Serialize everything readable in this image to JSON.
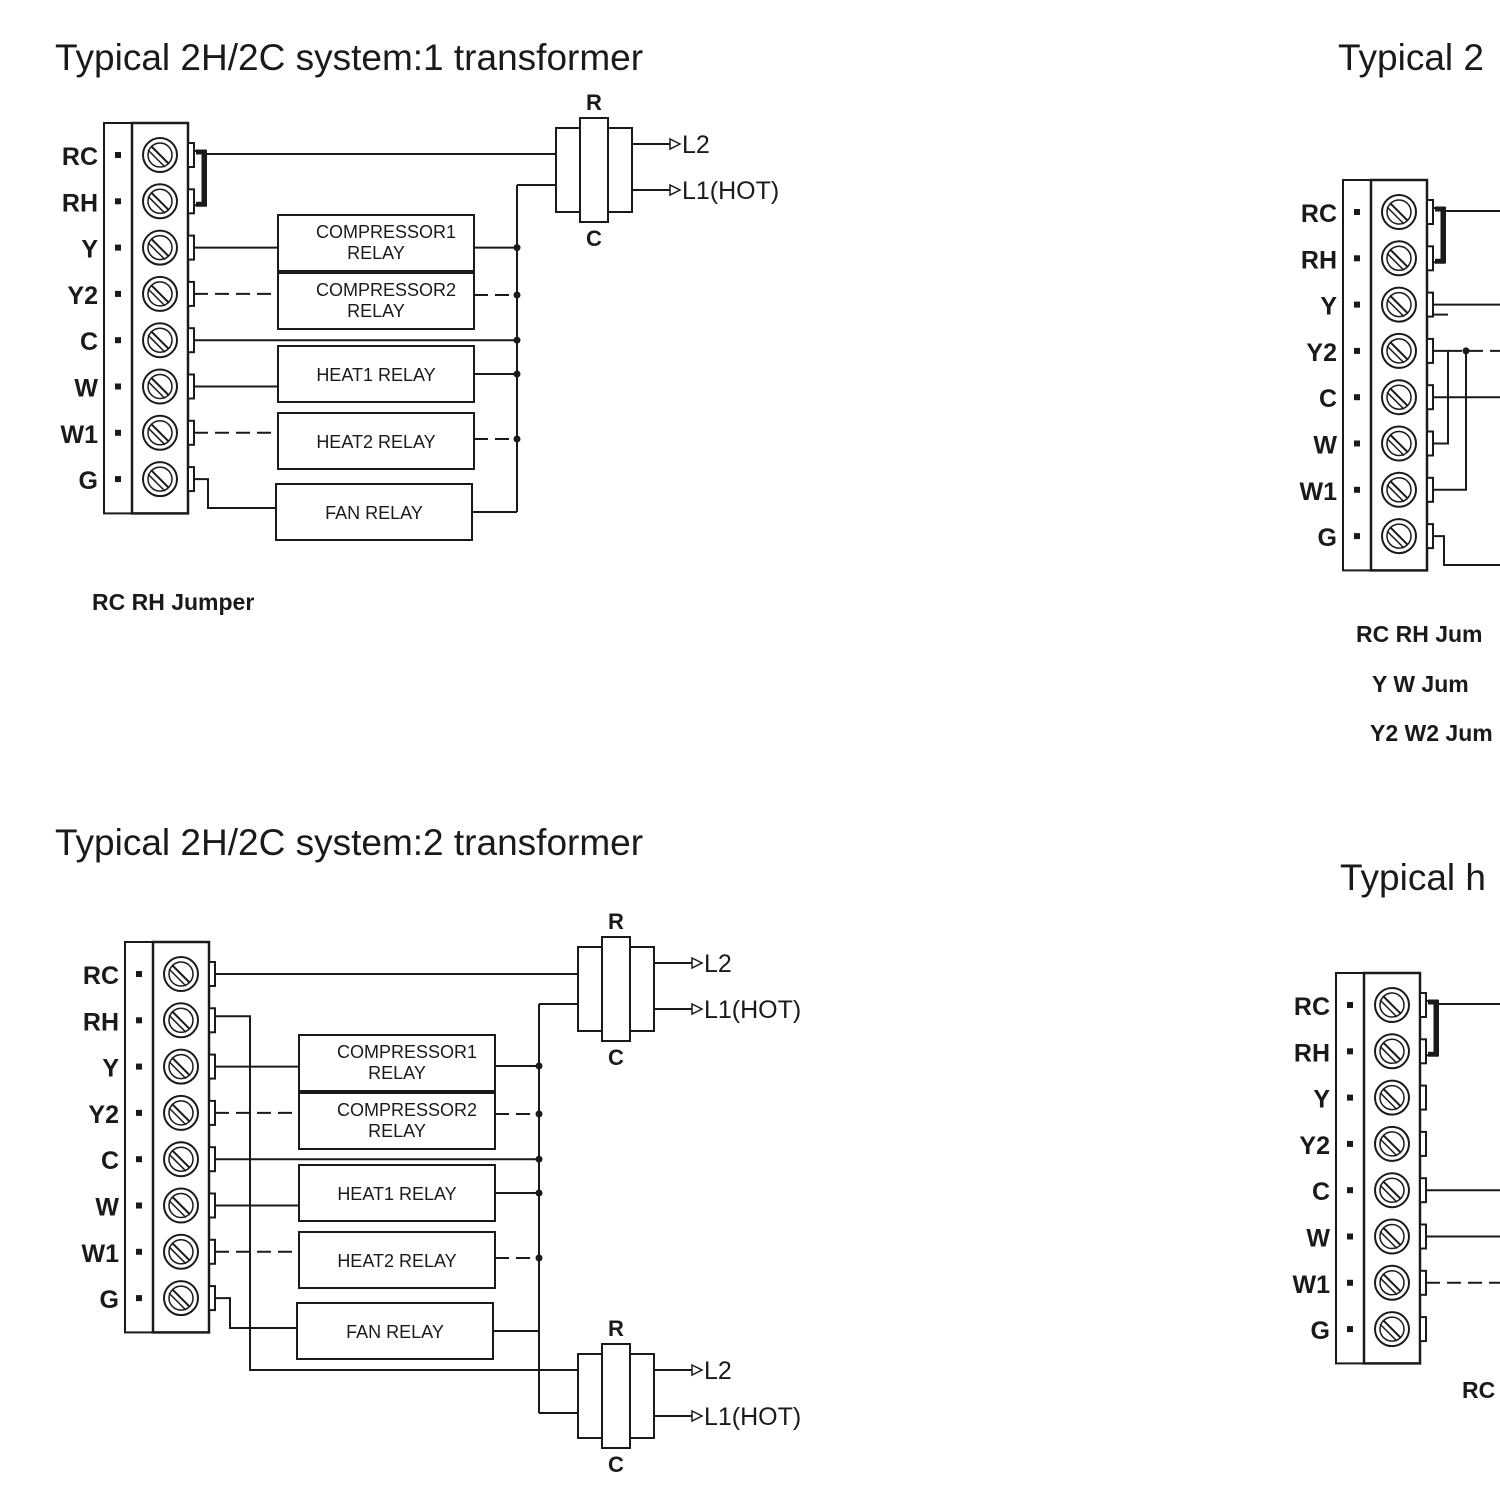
{
  "diagrams": [
    {
      "title": "Typical 2H/2C system:1 transformer",
      "terminals": [
        "RC",
        "RH",
        "Y",
        "Y2",
        "C",
        "W",
        "W1",
        "G"
      ],
      "relays": [
        "COMPRESSOR1\nRELAY",
        "COMPRESSOR2\nRELAY",
        "HEAT1 RELAY",
        "HEAT2 RELAY",
        "FAN RELAY"
      ],
      "transformers": [
        {
          "top": "R",
          "bottom": "C",
          "out1": "L2",
          "out2": "L1(HOT)"
        }
      ],
      "notes": [
        "RC RH Jumper"
      ]
    },
    {
      "title": "Typical 2",
      "terminals": [
        "RC",
        "RH",
        "Y",
        "Y2",
        "C",
        "W",
        "W1",
        "G"
      ],
      "notes": [
        "RC RH Jum",
        "Y  W  Jum",
        "Y2 W2 Jum"
      ]
    },
    {
      "title": "Typical 2H/2C system:2 transformer",
      "terminals": [
        "RC",
        "RH",
        "Y",
        "Y2",
        "C",
        "W",
        "W1",
        "G"
      ],
      "relays": [
        "COMPRESSOR1\nRELAY",
        "COMPRESSOR2\nRELAY",
        "HEAT1 RELAY",
        "HEAT2 RELAY",
        "FAN RELAY"
      ],
      "transformers": [
        {
          "top": "R",
          "bottom": "C",
          "out1": "L2",
          "out2": "L1(HOT)"
        },
        {
          "top": "R",
          "bottom": "C",
          "out1": "L2",
          "out2": "L1(HOT)"
        }
      ]
    },
    {
      "title": "Typical h",
      "terminals": [
        "RC",
        "RH",
        "Y",
        "Y2",
        "C",
        "W",
        "W1",
        "G"
      ],
      "notes": [
        "RC"
      ]
    }
  ]
}
